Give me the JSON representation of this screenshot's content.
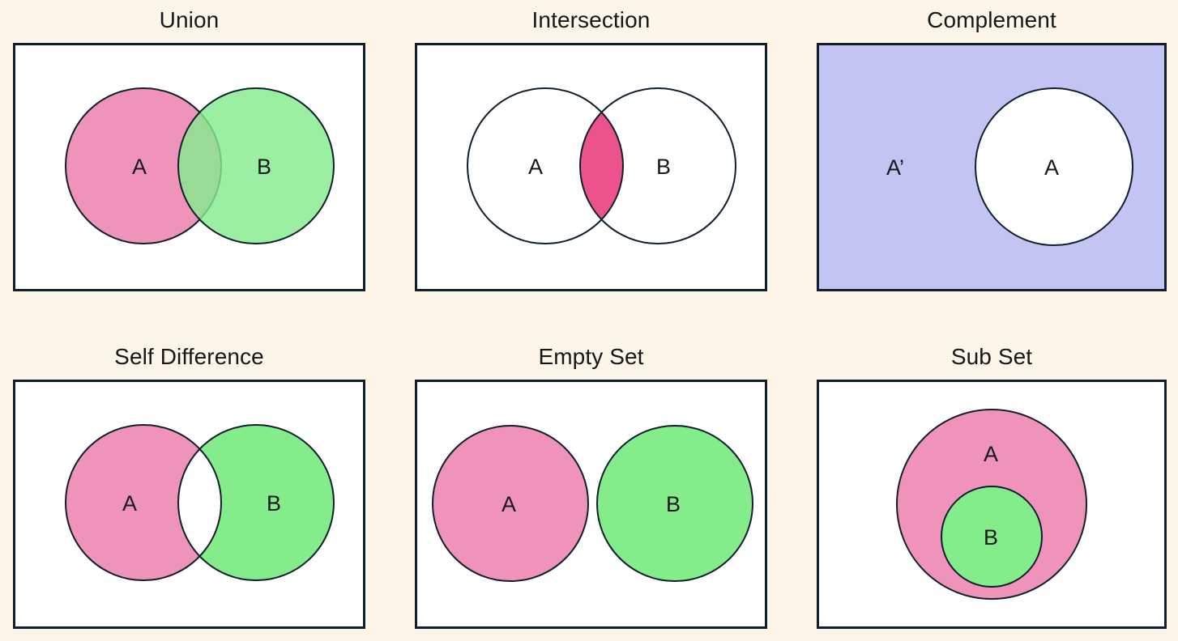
{
  "page": {
    "background_color": "#fdf6e8",
    "title_color": "#14181d",
    "panel_border_color": "#101f2e"
  },
  "palette": {
    "set_a_fill": "#f093ba",
    "set_b_fill": "#85ec8c",
    "overlap_fill": "#7acc75",
    "intersection_lens_fill": "#ec528b",
    "universe_fill": "#c2c4f4",
    "empty_fill": "#ffffff",
    "outline": "#101f2e"
  },
  "panels": [
    {
      "id": "union",
      "title": "Union",
      "labels": {
        "a": "A",
        "b": "B"
      },
      "description": "Two overlapping circles, both filled; A pink, B translucent green overlapping A"
    },
    {
      "id": "intersection",
      "title": "Intersection",
      "labels": {
        "a": "A",
        "b": "B"
      },
      "description": "Two overlapping outlined circles with only the lens shaped overlap filled crimson pink"
    },
    {
      "id": "complement",
      "title": "Complement",
      "labels": {
        "a": "A",
        "a_prime": "A’"
      },
      "description": "Rectangle universe filled lavender with a single white circle A on the right"
    },
    {
      "id": "self-difference",
      "title": "Self Difference",
      "labels": {
        "a": "A",
        "b": "B"
      },
      "description": "Two overlapping circles filled pink and green with the overlapping lens left white"
    },
    {
      "id": "empty-set",
      "title": "Empty Set",
      "labels": {
        "a": "A",
        "b": "B"
      },
      "description": "Two disjoint circles, pink A on the left and green B on the right"
    },
    {
      "id": "sub-set",
      "title": "Sub Set",
      "labels": {
        "a": "A",
        "b": "B"
      },
      "description": "Large pink circle A containing a smaller green circle B"
    }
  ]
}
